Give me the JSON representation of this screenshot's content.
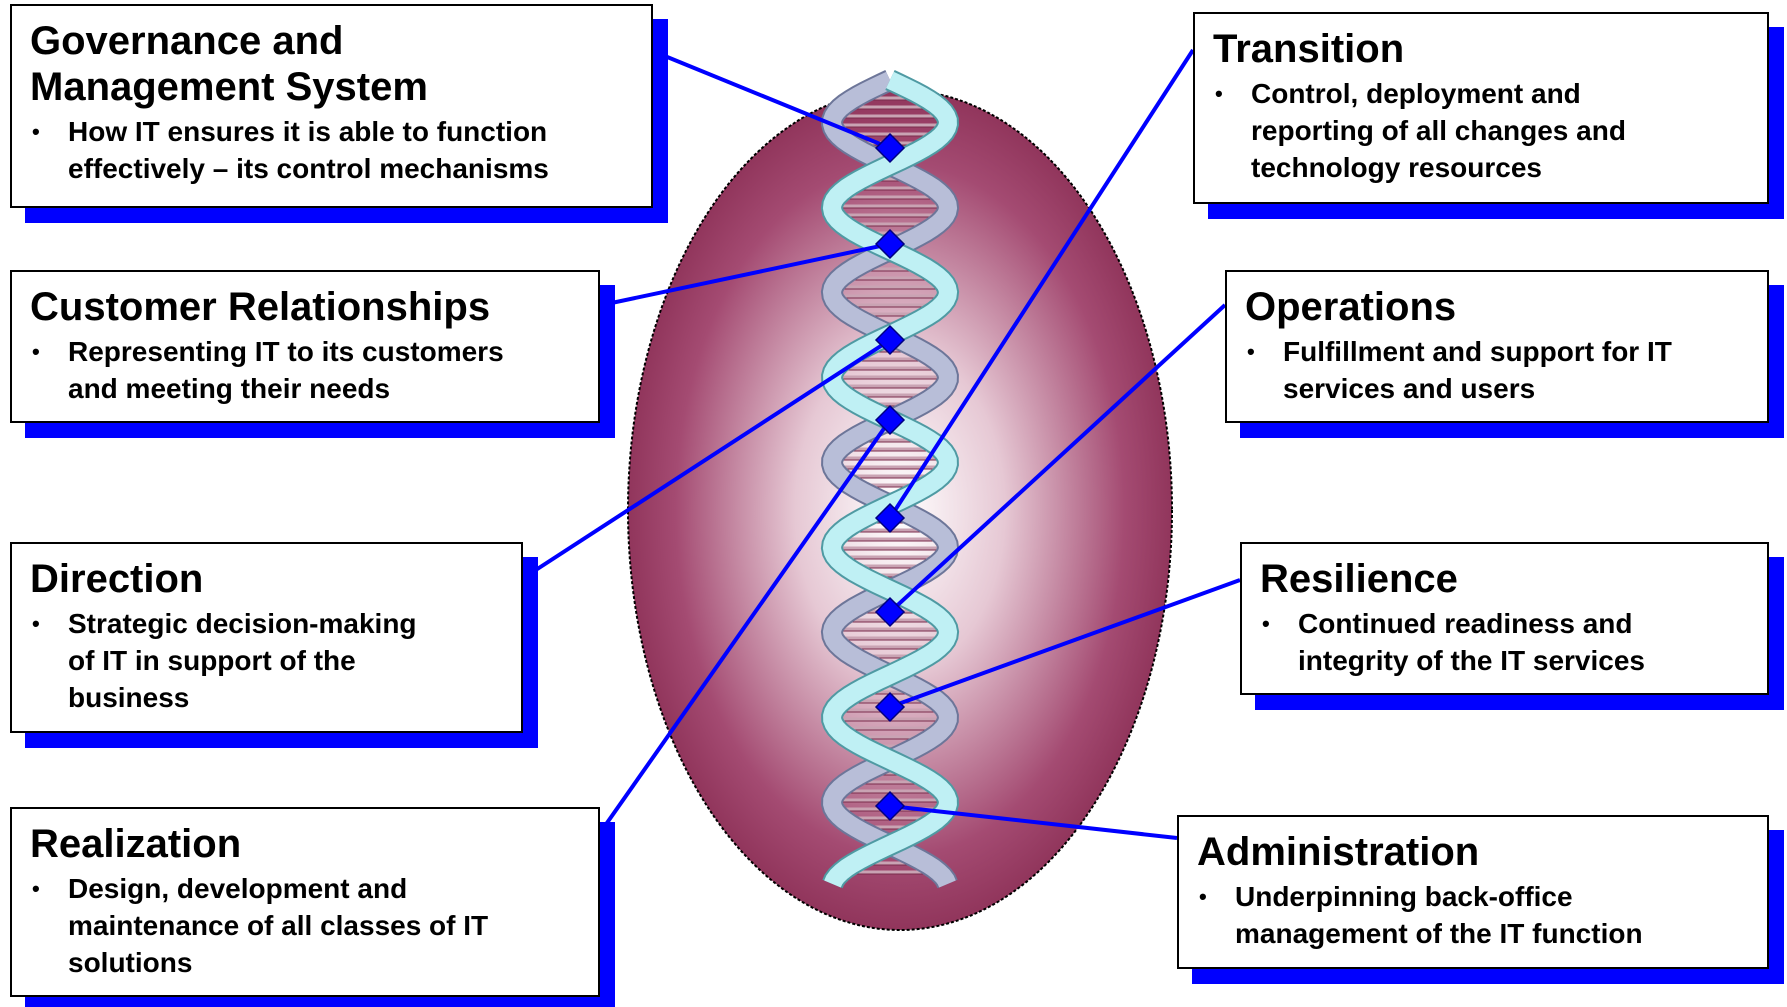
{
  "colors": {
    "connector": "#0000ff",
    "box_shadow": "#0000ff",
    "node": "#0000ff",
    "oval_outer": "#8a2e55",
    "oval_inner": "#ffffff",
    "helix_strand_a": "#bff0f4",
    "helix_strand_b": "#b8bed8"
  },
  "boxes": [
    {
      "id": "governance",
      "title": "Governance and\nManagement System",
      "description": "How IT ensures it is able to function\neffectively – its control mechanisms"
    },
    {
      "id": "customer",
      "title": "Customer Relationships",
      "description": "Representing IT to its customers\nand meeting their needs"
    },
    {
      "id": "direction",
      "title": "Direction",
      "description": "Strategic decision-making\nof IT in support of the\nbusiness"
    },
    {
      "id": "realization",
      "title": "Realization",
      "description": "Design, development and\nmaintenance of all classes of IT\nsolutions"
    },
    {
      "id": "transition",
      "title": "Transition",
      "description": "Control, deployment and\nreporting of all changes and\ntechnology resources"
    },
    {
      "id": "operations",
      "title": "Operations",
      "description": "Fulfillment and support for IT\nservices and users"
    },
    {
      "id": "resilience",
      "title": "Resilience",
      "description": "Continued readiness and\nintegrity of the IT services"
    },
    {
      "id": "administration",
      "title": "Administration",
      "description": "Underpinning back-office\nmanagement of the IT function"
    }
  ],
  "bullet_glyph": "•"
}
